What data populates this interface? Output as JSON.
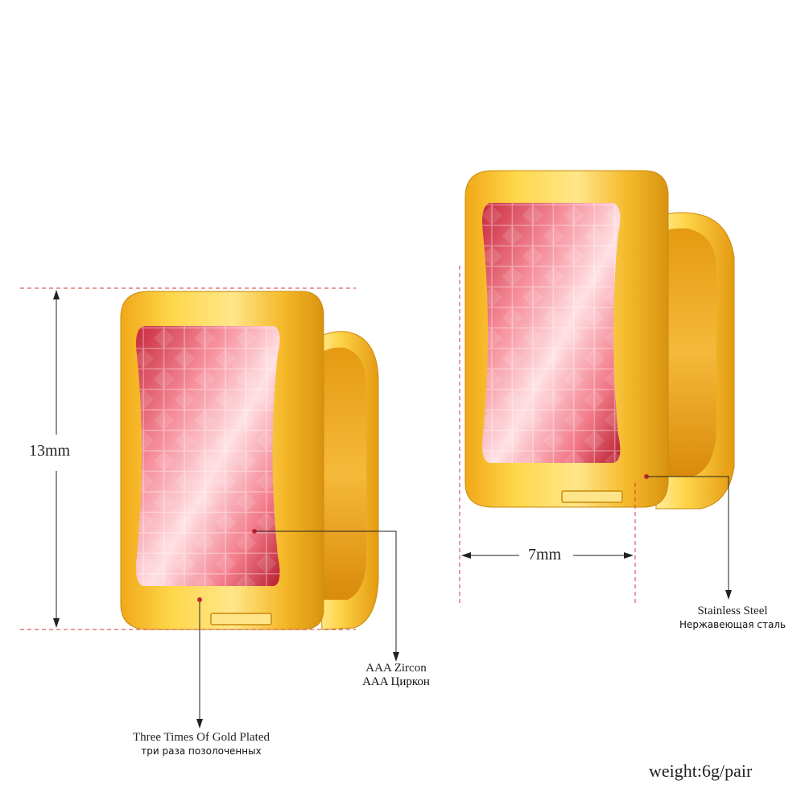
{
  "dimensions": {
    "height": "13mm",
    "width": "7mm"
  },
  "callouts": {
    "zircon": {
      "en": "AAA Zircon",
      "ru": "AAA Циркон"
    },
    "gold": {
      "en": "Three Times Of Gold Plated",
      "ru": "три раза позолоченных"
    },
    "steel": {
      "en": "Stainless Steel",
      "ru": "Нержавеющая сталь"
    }
  },
  "weight": "weight:6g/pair",
  "colors": {
    "gold_light": "#ffe37a",
    "gold_mid": "#f2b320",
    "gold_dark": "#c98a0c",
    "gem_light": "#ffd6dc",
    "gem_mid": "#f07f8a",
    "gem_dark": "#c4283a",
    "dash_red": "#d23a3a"
  }
}
